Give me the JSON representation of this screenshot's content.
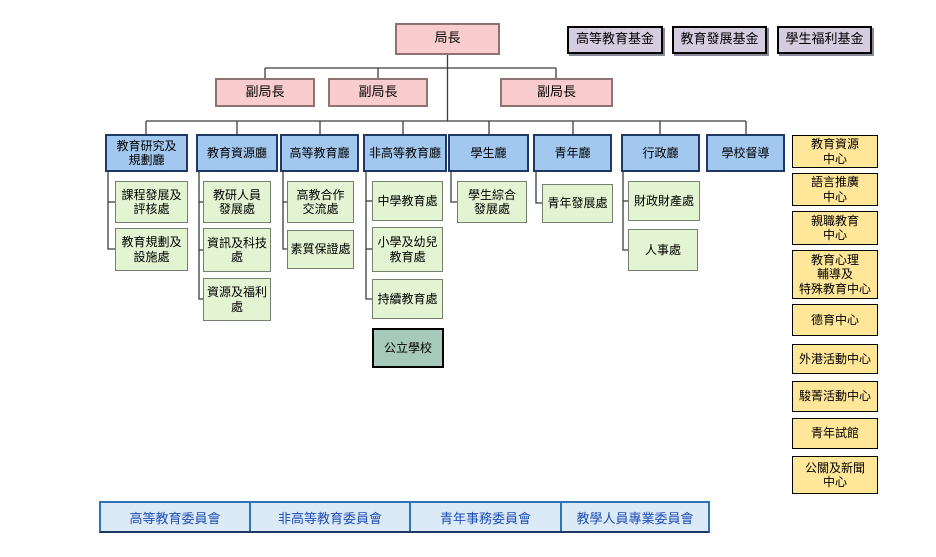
{
  "org": {
    "root": {
      "label": "局長"
    },
    "funds": [
      {
        "label": "高等教育基金"
      },
      {
        "label": "教育發展基金"
      },
      {
        "label": "學生福利基金"
      }
    ],
    "deputies": [
      {
        "label": "副局長"
      },
      {
        "label": "副局長"
      },
      {
        "label": "副局長"
      }
    ],
    "departments": [
      {
        "label": "教育研究及\n規劃廳",
        "children": [
          "課程發展及\n評核處",
          "教育規劃及\n設施處"
        ]
      },
      {
        "label": "教育資源廳",
        "children": [
          "教研人員\n發展處",
          "資訊及科技\n處",
          "資源及福利\n處"
        ]
      },
      {
        "label": "高等教育廳",
        "children": [
          "高教合作\n交流處",
          "素質保證處"
        ]
      },
      {
        "label": "非高等教育廳",
        "children": [
          "中學教育處",
          "小學及幼兒\n教育處",
          "持續教育處"
        ]
      },
      {
        "label": "學生廳",
        "children": [
          "學生綜合\n發展處"
        ]
      },
      {
        "label": "青年廳",
        "children": [
          "青年發展處"
        ]
      },
      {
        "label": "行政廳",
        "children": [
          "財政財產處",
          "人事處"
        ]
      },
      {
        "label": "學校督導",
        "children": []
      }
    ],
    "public_school": {
      "label": "公立學校"
    },
    "centers": [
      "教育資源\n中心",
      "語言推廣\n中心",
      "親職教育\n中心",
      "教育心理\n輔導及\n特殊教育中心",
      "德育中心",
      "外港活動中心",
      "駿菁活動中心",
      "青年試館",
      "公關及新聞\n中心"
    ],
    "committees": [
      "高等教育委員會",
      "非高等教育委員會",
      "青年事務委員會",
      "教學人員專業委員會"
    ]
  },
  "colors": {
    "pink-fill": "#F9CDCD",
    "pink-border": "#8F7373",
    "lavender-fill": "#D5CCE0",
    "blue-fill": "#A2C8EF",
    "blue-border": "#1F3864",
    "green-fill": "#E3F4D3",
    "green-border": "#75806E",
    "teal-fill": "#A6C9BB",
    "yellow-fill": "#FFE699",
    "committee-fill": "#DCEAF8",
    "committee-border": "#2E75B6",
    "committee-text": "#1F4FB5",
    "shadow": "#8A8A99",
    "connector": "#3C3C3C"
  }
}
